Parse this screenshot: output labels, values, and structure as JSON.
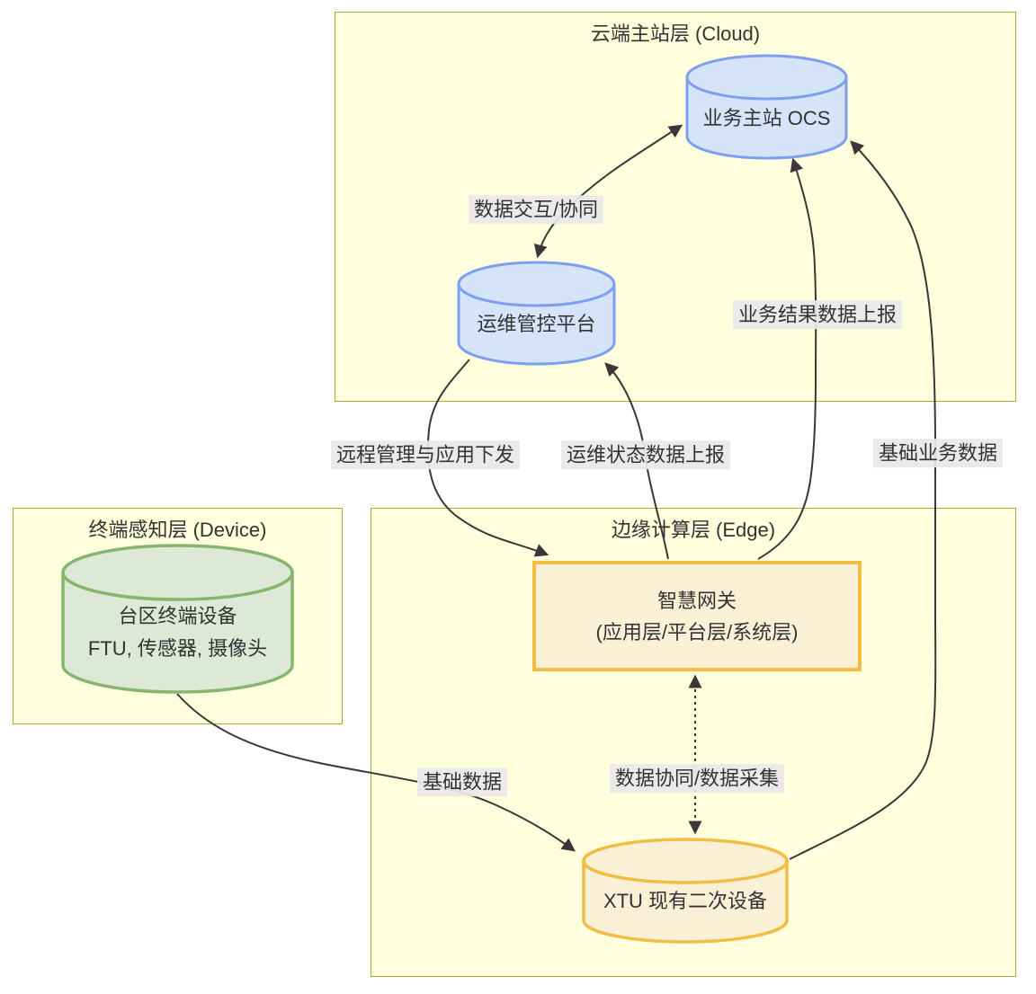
{
  "clusters": {
    "cloud": {
      "title": "云端主站层 (Cloud)"
    },
    "device": {
      "title": "终端感知层 (Device)"
    },
    "edge": {
      "title": "边缘计算层 (Edge)"
    }
  },
  "nodes": {
    "ocs": {
      "label": "业务主站 OCS"
    },
    "platform": {
      "label": "运维管控平台"
    },
    "device_terminal": {
      "line1": "台区终端设备",
      "line2": "FTU, 传感器, 摄像头"
    },
    "gateway": {
      "line1": "智慧网关",
      "line2": "(应用层/平台层/系统层)"
    },
    "xtu": {
      "label": "XTU 现有二次设备"
    }
  },
  "edges": {
    "data_exchange": {
      "label": "数据交互/协同",
      "from": "业务主站 OCS",
      "to": "运维管控平台",
      "style": "solid-bidirectional"
    },
    "remote_mgmt": {
      "label": "远程管理与应用下发",
      "from": "运维管控平台",
      "to": "智慧网关",
      "style": "solid"
    },
    "ops_status": {
      "label": "运维状态数据上报",
      "from": "智慧网关",
      "to": "运维管控平台",
      "style": "solid"
    },
    "business_result": {
      "label": "业务结果数据上报",
      "from": "智慧网关",
      "to": "业务主站 OCS",
      "style": "solid"
    },
    "basic_business": {
      "label": "基础业务数据",
      "from": "XTU 现有二次设备",
      "to": "业务主站 OCS",
      "style": "solid"
    },
    "basic_data": {
      "label": "基础数据",
      "from": "台区终端设备",
      "to": "XTU 现有二次设备",
      "style": "solid"
    },
    "data_collab": {
      "label": "数据协同/数据采集",
      "from": "智慧网关",
      "to": "XTU 现有二次设备",
      "style": "dotted-bidirectional"
    }
  },
  "colors": {
    "cluster_fill": "#ffffde",
    "cluster_border": "#aaaa33",
    "blue_fill": "#d6e4fa",
    "blue_border": "#7d9ff2",
    "green_fill": "#dde9d6",
    "green_border": "#86b56d",
    "orange_fill": "#faf0d6",
    "orange_border": "#f2bc45",
    "line": "#383838",
    "label_bg": "#e8e8e8",
    "text": "#333333"
  }
}
